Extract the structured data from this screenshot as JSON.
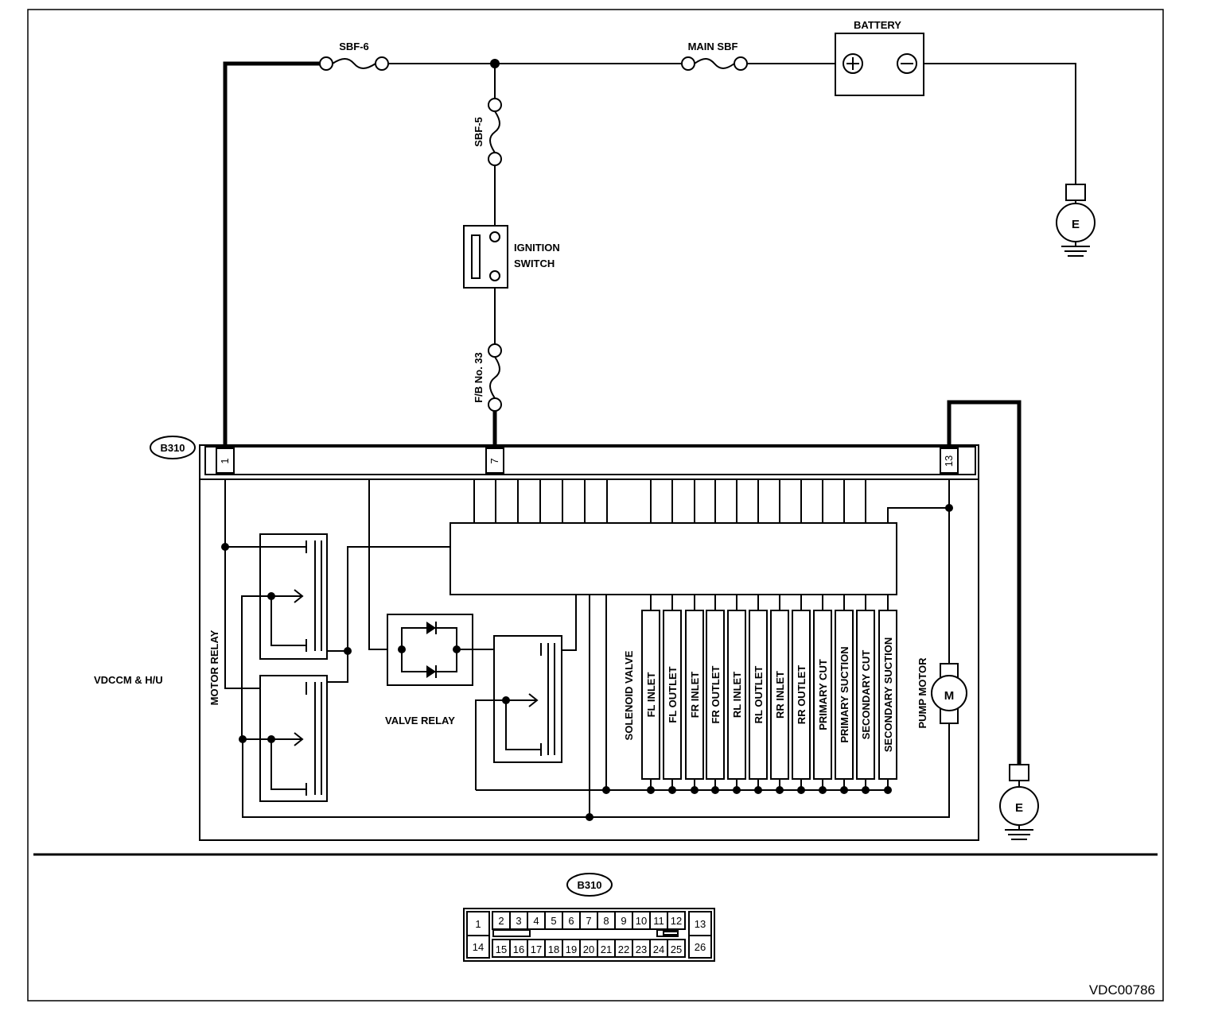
{
  "labels": {
    "battery": "BATTERY",
    "sbf6": "SBF-6",
    "main_sbf": "MAIN SBF",
    "sbf5": "SBF-5",
    "ignition_1": "IGNITION",
    "ignition_2": "SWITCH",
    "fb33": "F/B No. 33",
    "connector": "B310",
    "pin_1": "1",
    "pin_7": "7",
    "pin_13": "13",
    "vdccm": "VDCCM & H/U",
    "motor_relay": "MOTOR RELAY",
    "valve_relay": "VALVE RELAY",
    "solenoid_valve": "SOLENOID VALVE",
    "pump_motor": "PUMP MOTOR",
    "motor_symbol": "M",
    "ground": "E",
    "plus": "+",
    "minus": "−",
    "reference": "VDC00786"
  },
  "solenoids": [
    "FL INLET",
    "FL OUTLET",
    "FR INLET",
    "FR OUTLET",
    "RL INLET",
    "RL OUTLET",
    "RR INLET",
    "RR OUTLET",
    "PRIMARY CUT",
    "PRIMARY SUCTION",
    "SECONDARY CUT",
    "SECONDARY SUCTION"
  ],
  "connector_face": {
    "top_row": [
      "2",
      "3",
      "4",
      "5",
      "6",
      "7",
      "8",
      "9",
      "10",
      "11",
      "12"
    ],
    "bottom_row": [
      "15",
      "16",
      "17",
      "18",
      "19",
      "20",
      "21",
      "22",
      "23",
      "24",
      "25"
    ],
    "left": [
      "1",
      "14"
    ],
    "right": [
      "13",
      "26"
    ]
  }
}
